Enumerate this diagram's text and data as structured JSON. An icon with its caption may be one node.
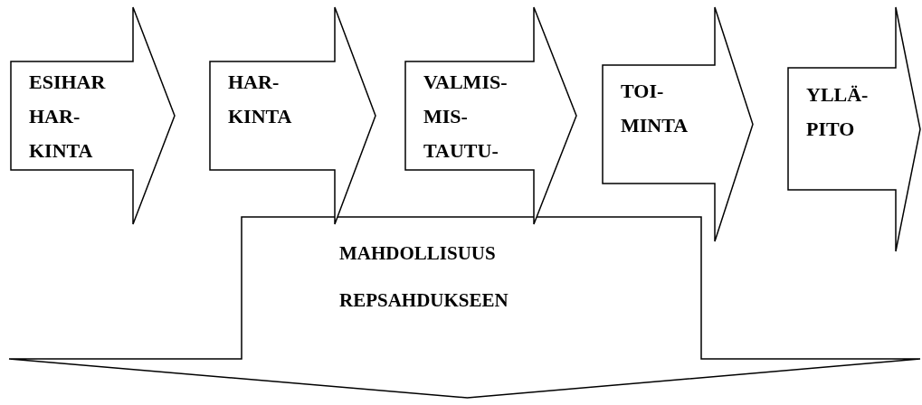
{
  "diagram": {
    "nodes": [
      {
        "text": [
          "ESIHAR HAR- KINTA"
        ]
      },
      {
        "text": [
          "HAR- KINTA"
        ]
      },
      {
        "text": [
          "VALMIS- MIS- TAUTU-"
        ]
      },
      {
        "text": [
          "TOI- MINTA"
        ]
      },
      {
        "text": [
          "YLLÄ- PITO"
        ]
      },
      {
        "text": [
          "MAHDOLLISUUS REPSAHDUKSEEN"
        ]
      }
    ]
  }
}
